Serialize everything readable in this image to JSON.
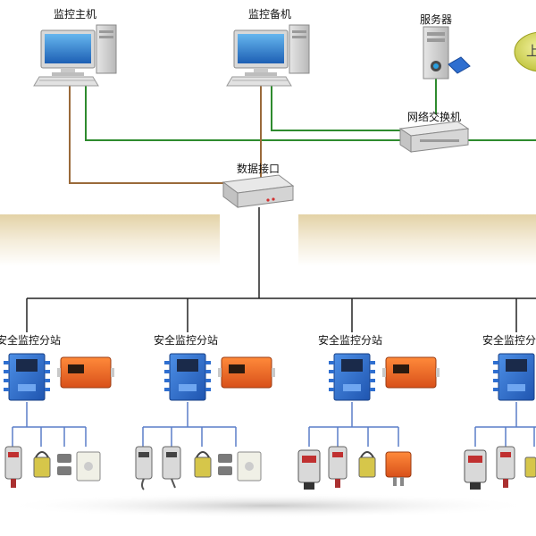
{
  "nodes": {
    "monitor_main": {
      "label": "监控主机"
    },
    "monitor_backup": {
      "label": "监控备机"
    },
    "server": {
      "label": "服务器"
    },
    "network_switch": {
      "label": "网络交换机"
    },
    "data_interface": {
      "label": "数据接口"
    },
    "upper_badge": {
      "label": "上"
    }
  },
  "substations": [
    {
      "label": "安全监控分站"
    },
    {
      "label": "安全监控分站"
    },
    {
      "label": "安全监控分站"
    },
    {
      "label": "安全监控分站"
    }
  ],
  "colors": {
    "ethernet_line": "#2e8b2e",
    "serial_line": "#9a6a3a",
    "bus_line": "#222222",
    "sensor_line": "#5a7ec8",
    "substation_blue": "#2f6fd0",
    "power_orange": "#f0661e",
    "badge": "#d6d94a"
  }
}
